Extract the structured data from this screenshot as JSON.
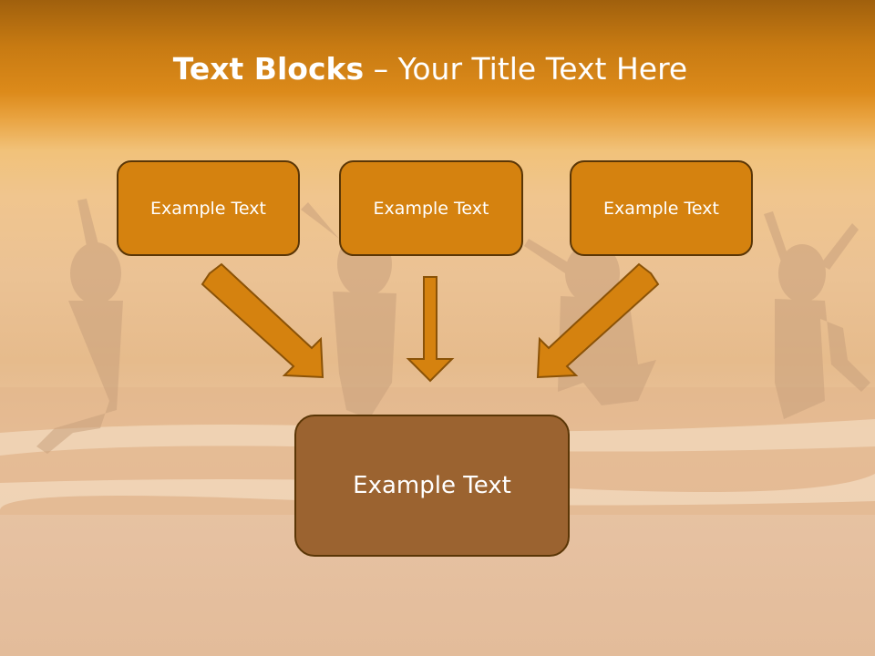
{
  "title": {
    "bold": "Text Blocks",
    "dash": " – ",
    "rest": "Your Title Text Here"
  },
  "boxes": [
    "Example Text",
    "Example Text",
    "Example Text"
  ],
  "main_box": "Example Text",
  "colors": {
    "box_fill": "#d5820f",
    "box_border": "#5a3606",
    "main_fill": "#9b6330",
    "arrow_fill": "#d5820f",
    "arrow_stroke": "#8a5207"
  }
}
